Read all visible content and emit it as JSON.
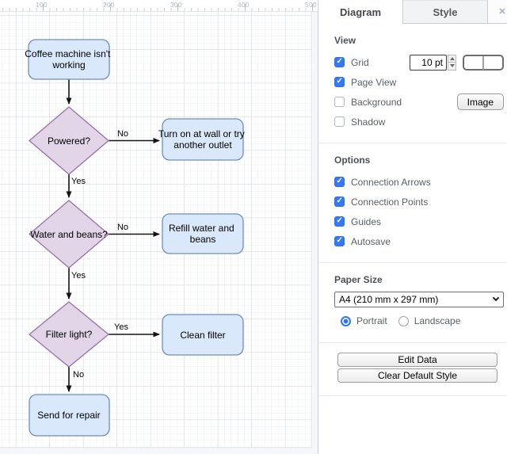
{
  "canvas": {
    "ruler_labels": [
      "100",
      "200",
      "300",
      "400",
      "500"
    ],
    "flowchart": {
      "nodes": {
        "start": {
          "line1": "Coffee machine isn't",
          "line2": "working"
        },
        "powered": {
          "line1": "Powered?"
        },
        "turn_on": {
          "line1": "Turn on at wall or try",
          "line2": "another outlet"
        },
        "water": {
          "line1": "Water and beans?"
        },
        "refill": {
          "line1": "Refill water and",
          "line2": "beans"
        },
        "filter": {
          "line1": "Filter light?"
        },
        "clean": {
          "line1": "Clean filter"
        },
        "send": {
          "line1": "Send for repair"
        }
      },
      "edge_labels": {
        "powered_no": "No",
        "powered_yes": "Yes",
        "water_no": "No",
        "water_yes": "Yes",
        "filter_yes": "Yes",
        "filter_no": "No"
      },
      "colors": {
        "process_fill": "#dae8fc",
        "process_stroke": "#6c8ebf",
        "decision_fill": "#e1d5e7",
        "decision_stroke": "#9673a6",
        "edge_stroke": "#141414"
      }
    }
  },
  "panel": {
    "accent_color": "#3579f6",
    "tabs": {
      "diagram": "Diagram",
      "style": "Style",
      "close_icon": "×"
    },
    "view": {
      "heading": "View",
      "grid_label": "Grid",
      "grid_size_value": "10 pt",
      "page_view_label": "Page View",
      "background_label": "Background",
      "image_button": "Image",
      "shadow_label": "Shadow"
    },
    "options": {
      "heading": "Options",
      "items": [
        "Connection Arrows",
        "Connection Points",
        "Guides",
        "Autosave"
      ]
    },
    "paper": {
      "heading": "Paper Size",
      "size_value": "A4 (210 mm x 297 mm)",
      "portrait_label": "Portrait",
      "landscape_label": "Landscape"
    },
    "actions": {
      "edit_data": "Edit Data",
      "clear_default_style": "Clear Default Style"
    }
  }
}
